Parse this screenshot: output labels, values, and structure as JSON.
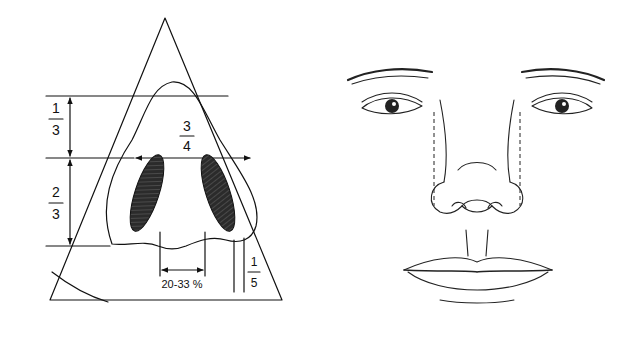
{
  "diagram": {
    "labels": [
      "1",
      "3",
      "2",
      "3",
      "3",
      "4",
      "20-33 %",
      "1",
      "5"
    ]
  }
}
